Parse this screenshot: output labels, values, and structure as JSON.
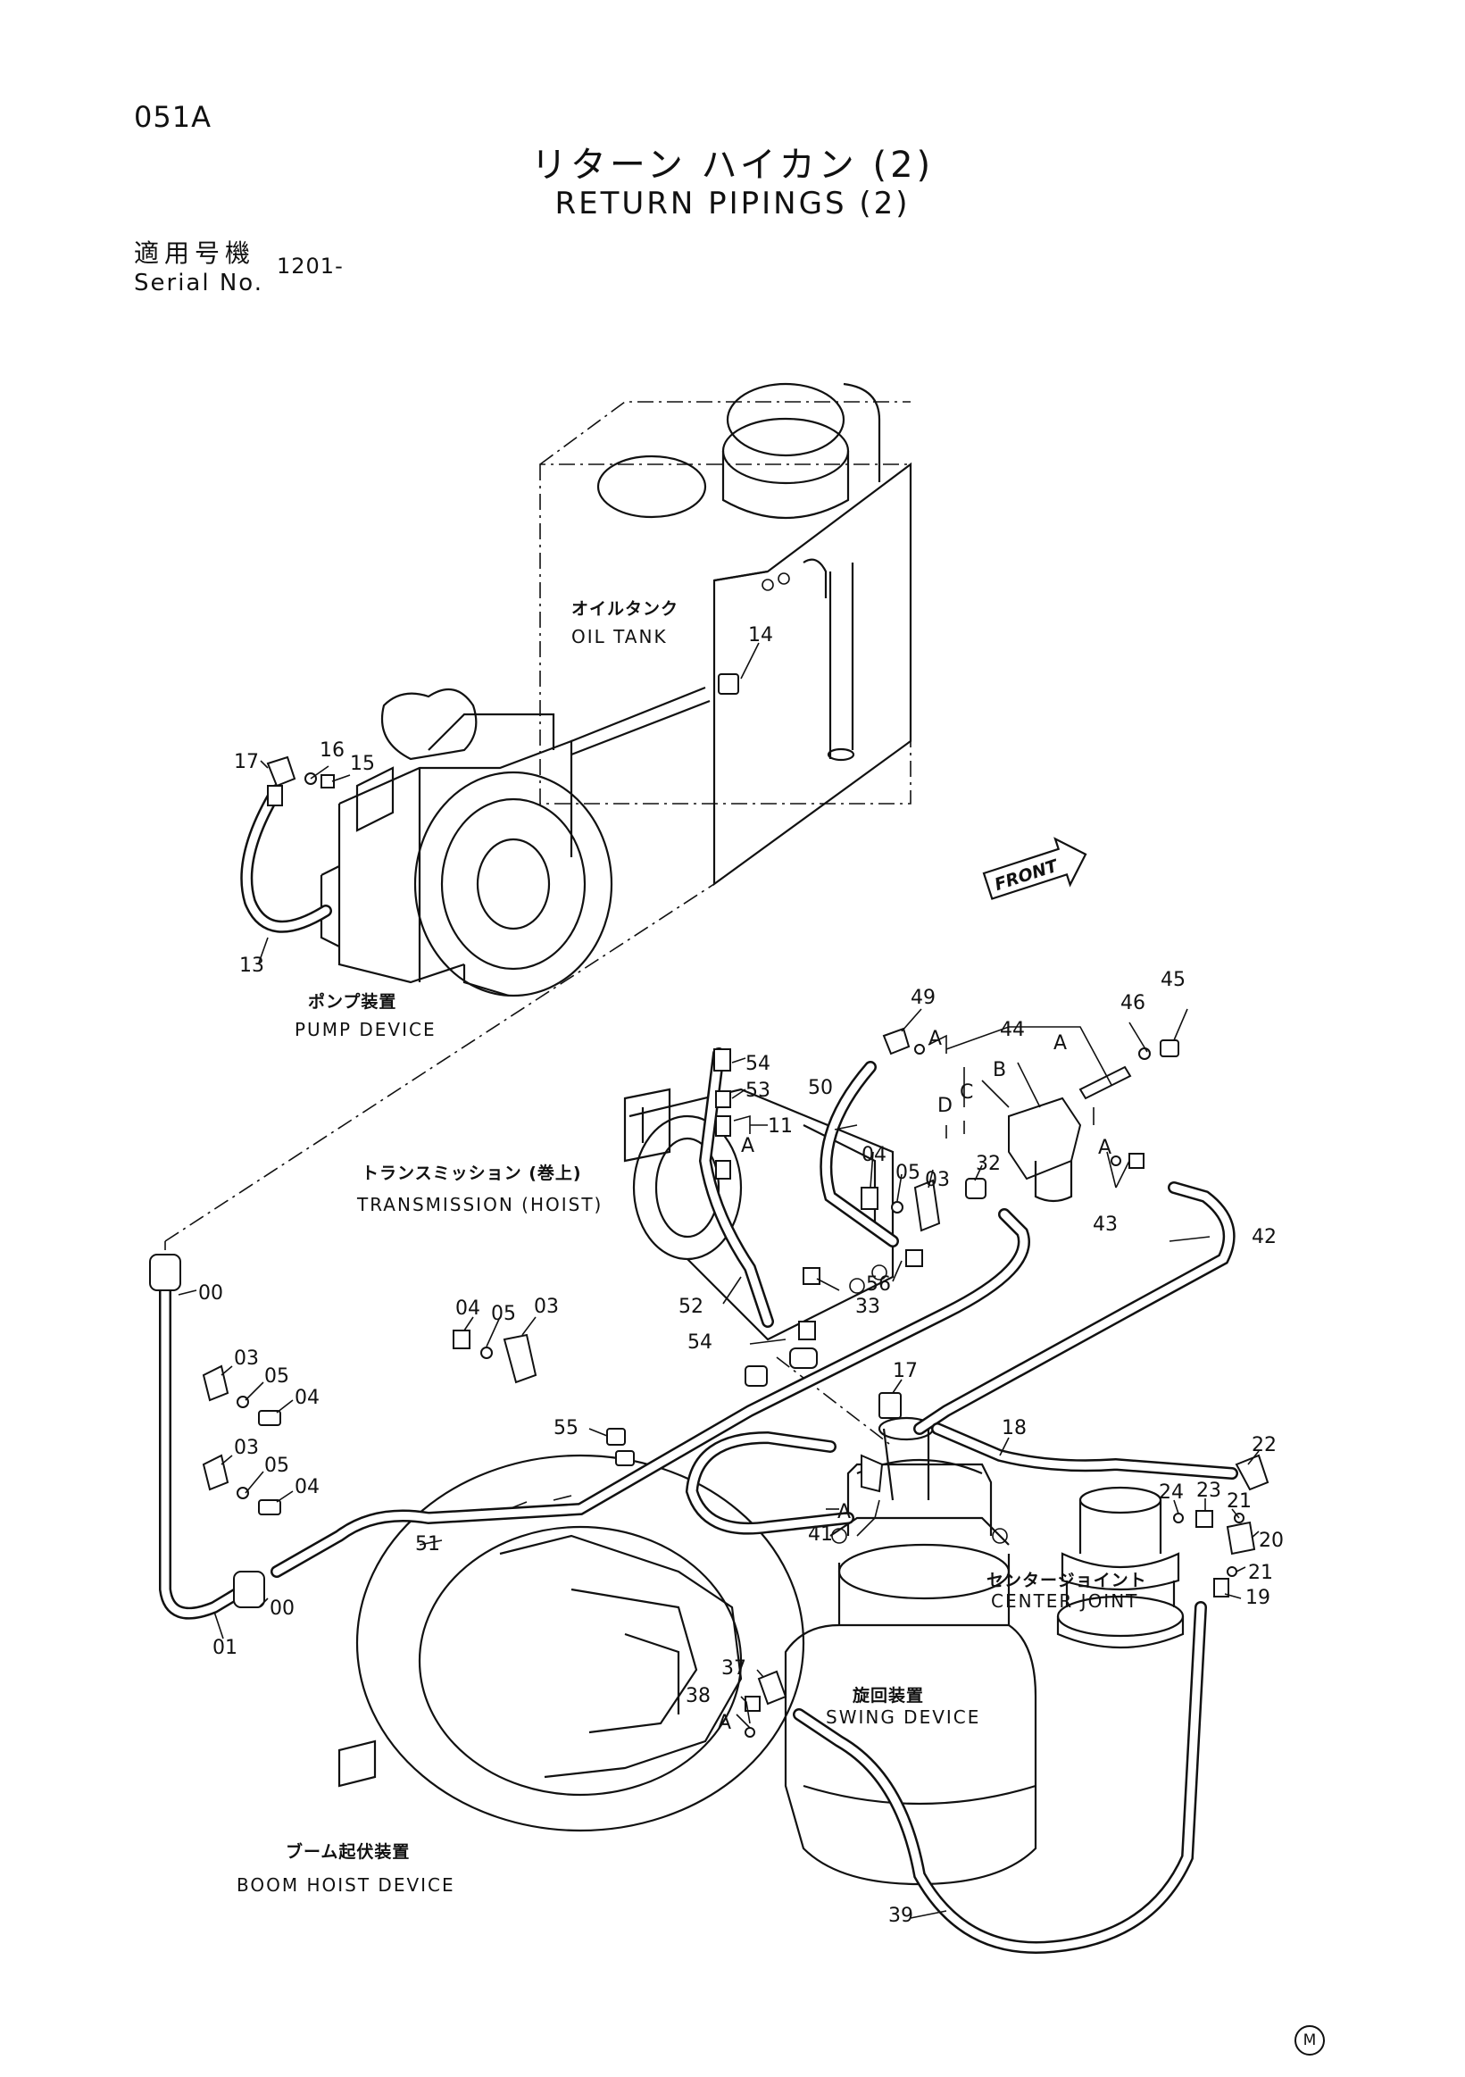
{
  "header": {
    "page_code": "051A",
    "title_jp": "リターン ハイカン (2)",
    "title_en": "RETURN PIPINGS (2)",
    "serial_label_jp": "適用号機",
    "serial_label_en": "Serial No.",
    "serial_value": "1201-"
  },
  "components": {
    "oil_tank_jp": "オイルタンク",
    "oil_tank_en": "OIL TANK",
    "pump_jp": "ポンプ装置",
    "pump_en": "PUMP DEVICE",
    "transmission_jp": "トランスミッション (巻上)",
    "transmission_en": "TRANSMISSION (HOIST)",
    "center_joint_jp": "センタージョイント",
    "center_joint_en": "CENTER JOINT",
    "swing_jp": "旋回装置",
    "swing_en": "SWING DEVICE",
    "boom_hoist_jp": "ブーム起伏装置",
    "boom_hoist_en": "BOOM HOIST DEVICE",
    "front_arrow": "FRONT"
  },
  "part_numbers": {
    "p14": "14",
    "p17a": "17",
    "p16": "16",
    "p15": "15",
    "p13": "13",
    "p49": "49",
    "p45": "45",
    "p46": "46",
    "p44": "44",
    "pA1": "A",
    "pA2": "A",
    "pB": "B",
    "pC": "C",
    "pD": "D",
    "pA3": "A",
    "p54a": "54",
    "p53": "53",
    "p11": "11",
    "pA4": "A",
    "p50": "50",
    "p04a": "04",
    "p05a": "05",
    "p03a": "03",
    "p32": "32",
    "p43": "43",
    "p42": "42",
    "p00a": "00",
    "p56": "56",
    "p33": "33",
    "p52": "52",
    "p54b": "54",
    "p04b": "04",
    "p05b": "05",
    "p03b": "03",
    "p03c": "03",
    "p05c": "05",
    "p04c": "04",
    "p03d": "03",
    "p05d": "05",
    "p04d": "04",
    "p17b": "17",
    "p18": "18",
    "p55": "55",
    "p22": "22",
    "p24": "24",
    "p23": "23",
    "p21a": "21",
    "p20": "20",
    "p21b": "21",
    "p19": "19",
    "p51": "51",
    "p41": "41",
    "pA5": "A",
    "p00b": "00",
    "p01": "01",
    "p37": "37",
    "p38": "38",
    "pA6": "A",
    "p39": "39"
  },
  "footer": {
    "mark": "M"
  }
}
